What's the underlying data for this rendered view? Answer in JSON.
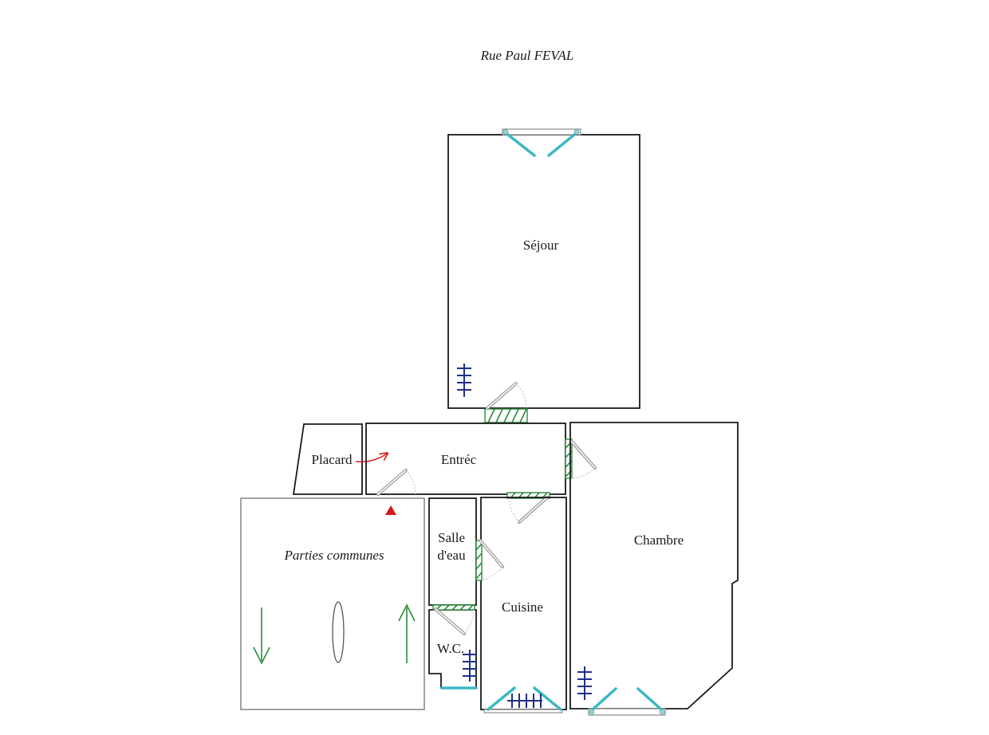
{
  "title": "Rue Paul FEVAL",
  "rooms": {
    "sejour": "Séjour",
    "entree": "Entréc",
    "placard": "Placard",
    "chambre": "Chambre",
    "cuisine": "Cuisine",
    "salle_line1": "Salle",
    "salle_line2": "d'eau",
    "wc": "W.C.",
    "parties_communes": "Parties communes"
  },
  "legend_colors": {
    "interior_door_hatch": "#2a8a3a",
    "window_leaf": "#3cb7c4",
    "radiator": "#1f2f8a",
    "entry_marker": "#d01818",
    "arrow": "#d02020"
  },
  "icons": [
    "radiator-icon",
    "window-icon",
    "door-icon",
    "entrance-marker-icon",
    "flow-arrow-icon"
  ]
}
